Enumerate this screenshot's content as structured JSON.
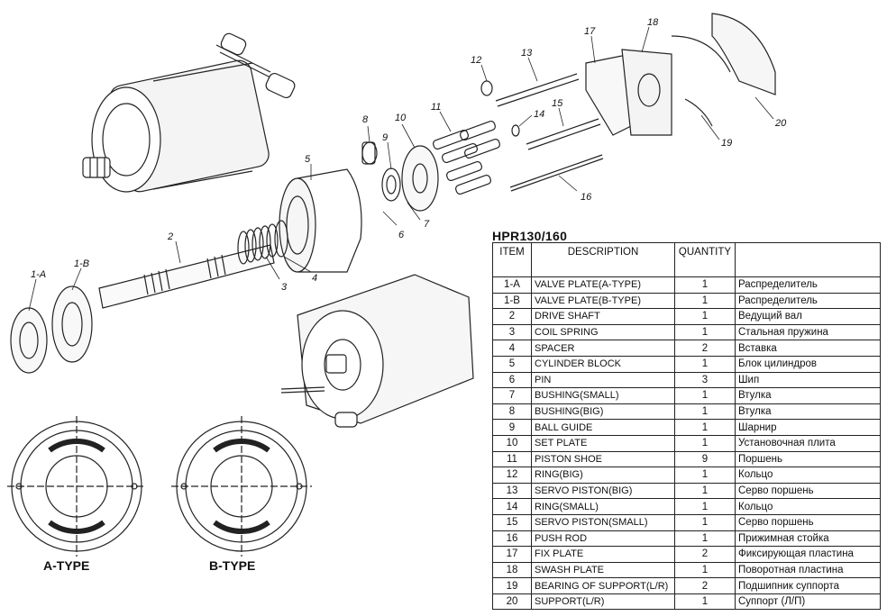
{
  "table": {
    "title": "HPR130/160",
    "headers": {
      "item": "ITEM",
      "description": "DESCRIPTION",
      "quantity": "QUANTITY",
      "russian": ""
    },
    "rows": [
      {
        "item": "1-A",
        "description": "VALVE PLATE(A-TYPE)",
        "quantity": "1",
        "russian": "Распределитель"
      },
      {
        "item": "1-B",
        "description": "VALVE PLATE(B-TYPE)",
        "quantity": "1",
        "russian": "Распределитель"
      },
      {
        "item": "2",
        "description": "DRIVE SHAFT",
        "quantity": "1",
        "russian": "Ведущий вал"
      },
      {
        "item": "3",
        "description": "COIL SPRING",
        "quantity": "1",
        "russian": "Стальная пружина"
      },
      {
        "item": "4",
        "description": "SPACER",
        "quantity": "2",
        "russian": "Вставка"
      },
      {
        "item": "5",
        "description": "CYLINDER BLOCK",
        "quantity": "1",
        "russian": "Блок цилиндров"
      },
      {
        "item": "6",
        "description": "PIN",
        "quantity": "3",
        "russian": "Шип"
      },
      {
        "item": "7",
        "description": "BUSHING(SMALL)",
        "quantity": "1",
        "russian": "Втулка"
      },
      {
        "item": "8",
        "description": "BUSHING(BIG)",
        "quantity": "1",
        "russian": "Втулка"
      },
      {
        "item": "9",
        "description": "BALL GUIDE",
        "quantity": "1",
        "russian": "Шарнир"
      },
      {
        "item": "10",
        "description": "SET PLATE",
        "quantity": "1",
        "russian": "Установочная плита"
      },
      {
        "item": "11",
        "description": "PISTON SHOE",
        "quantity": "9",
        "russian": "Поршень"
      },
      {
        "item": "12",
        "description": "RING(BIG)",
        "quantity": "1",
        "russian": "Кольцо"
      },
      {
        "item": "13",
        "description": "SERVO PISTON(BIG)",
        "quantity": "1",
        "russian": "Серво поршень"
      },
      {
        "item": "14",
        "description": "RING(SMALL)",
        "quantity": "1",
        "russian": "Кольцо"
      },
      {
        "item": "15",
        "description": "SERVO PISTON(SMALL)",
        "quantity": "1",
        "russian": "Серво поршень"
      },
      {
        "item": "16",
        "description": "PUSH ROD",
        "quantity": "1",
        "russian": "Прижимная стойка"
      },
      {
        "item": "17",
        "description": "FIX PLATE",
        "quantity": "2",
        "russian": "Фиксирующая пластина"
      },
      {
        "item": "18",
        "description": "SWASH PLATE",
        "quantity": "1",
        "russian": "Поворотная пластина"
      },
      {
        "item": "19",
        "description": "BEARING OF SUPPORT(L/R)",
        "quantity": "2",
        "russian": "Подшипник суппорта"
      },
      {
        "item": "20",
        "description": "SUPPORT(L/R)",
        "quantity": "1",
        "russian": "Суппорт (Л/П)"
      }
    ]
  },
  "diagram": {
    "callouts": [
      "1-A",
      "1-B",
      "2",
      "3",
      "4",
      "5",
      "6",
      "7",
      "8",
      "9",
      "10",
      "11",
      "12",
      "13",
      "14",
      "15",
      "16",
      "17",
      "18",
      "19",
      "20"
    ],
    "type_labels": {
      "a": "A-TYPE",
      "b": "B-TYPE"
    }
  }
}
